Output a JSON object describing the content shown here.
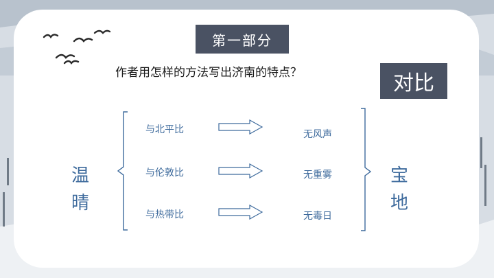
{
  "header": {
    "title": "第一部分"
  },
  "question": "作者用怎样的方法写出济南的特点？",
  "answer": "对比",
  "left_label": [
    "温",
    "晴"
  ],
  "right_label": [
    "宝",
    "地"
  ],
  "rows": [
    {
      "compare": "与北平比",
      "result": "无风声"
    },
    {
      "compare": "与伦敦比",
      "result": "无重雾"
    },
    {
      "compare": "与热带比",
      "result": "无毒日"
    }
  ],
  "colors": {
    "box_bg": "#4a5263",
    "accent_text": "#3d6a9c"
  }
}
